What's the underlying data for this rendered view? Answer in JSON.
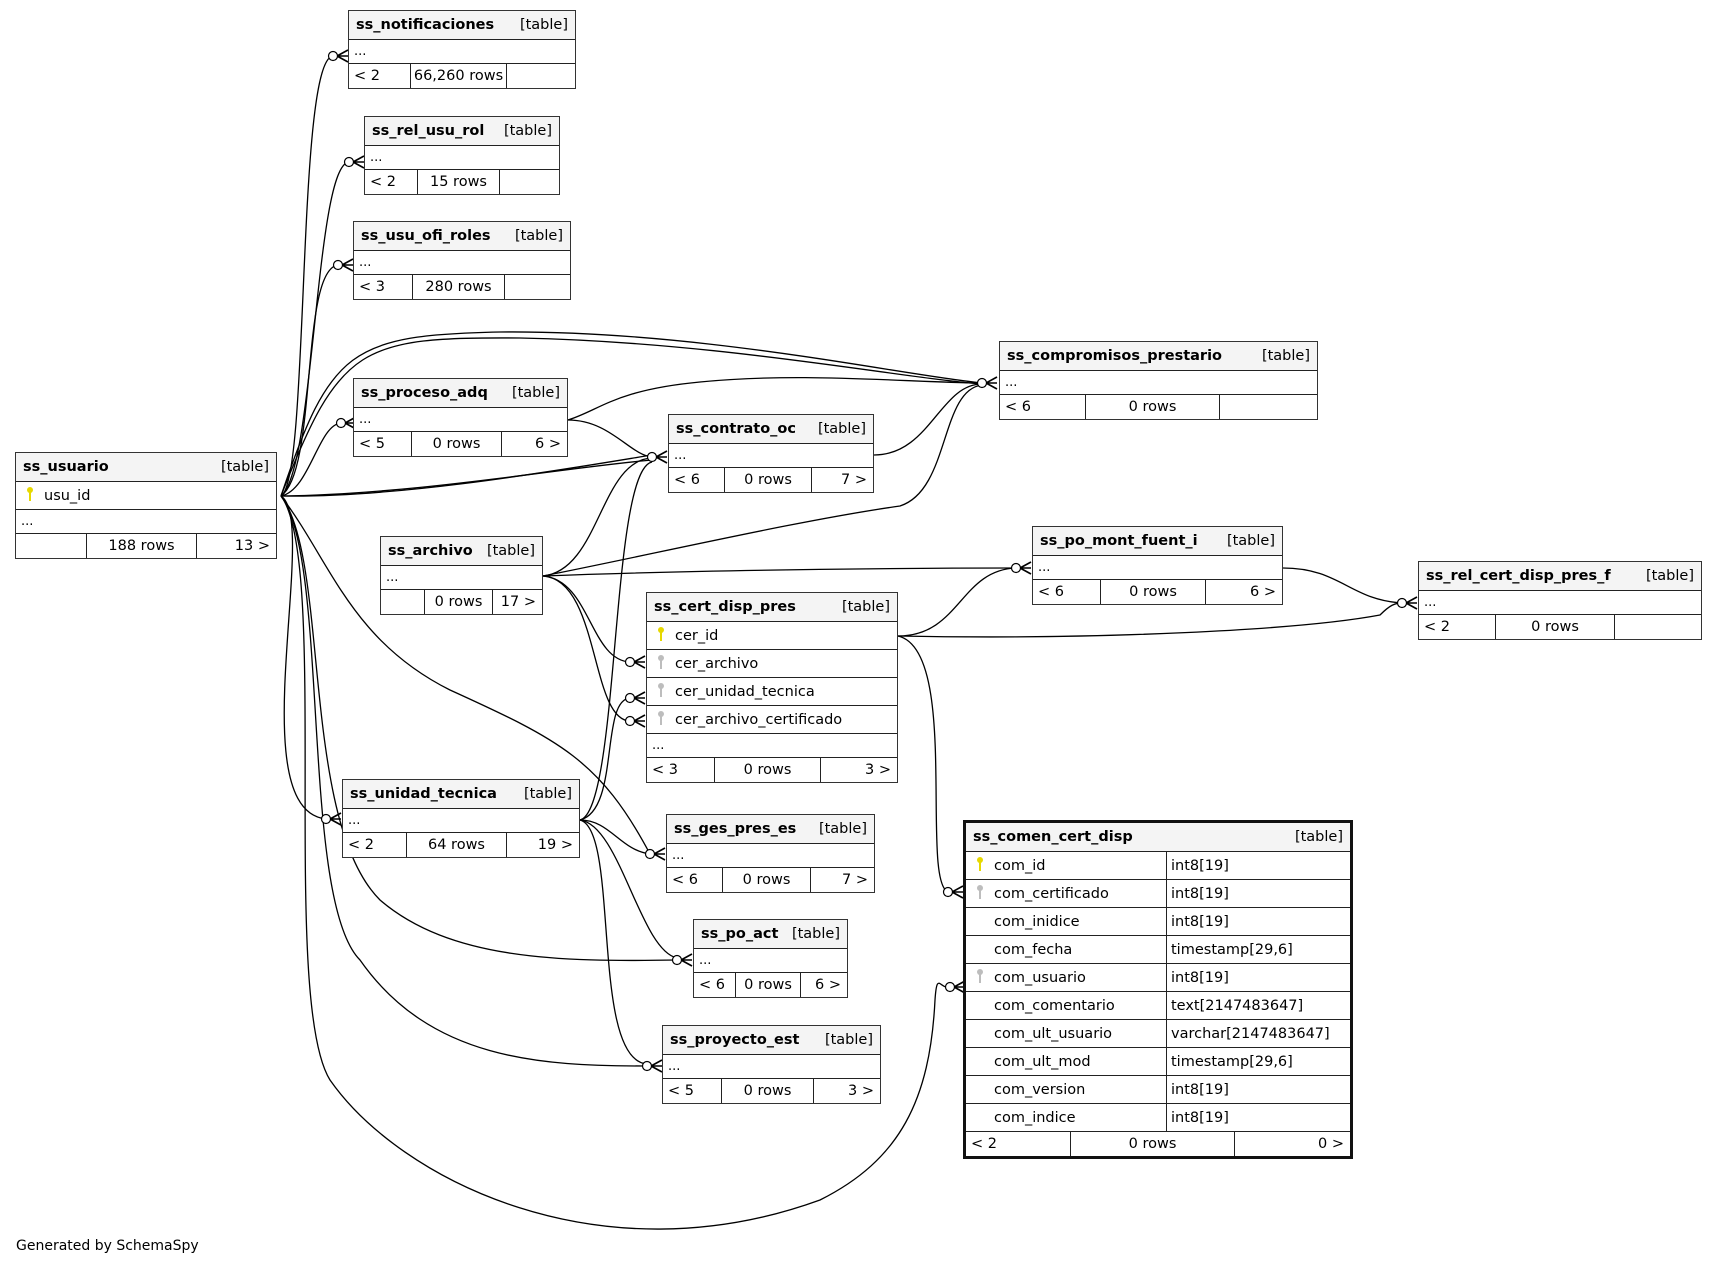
{
  "footer": "Generated by SchemaSpy",
  "type_label": "[table]",
  "ellipsis": "...",
  "tables": {
    "ss_notificaciones": {
      "name": "ss_notificaciones",
      "parents": "< 2",
      "rows": "66,260 rows",
      "children": ""
    },
    "ss_rel_usu_rol": {
      "name": "ss_rel_usu_rol",
      "parents": "< 2",
      "rows": "15 rows",
      "children": ""
    },
    "ss_usu_ofi_roles": {
      "name": "ss_usu_ofi_roles",
      "parents": "< 3",
      "rows": "280 rows",
      "children": ""
    },
    "ss_proceso_adq": {
      "name": "ss_proceso_adq",
      "parents": "< 5",
      "rows": "0 rows",
      "children": "6 >"
    },
    "ss_usuario": {
      "name": "ss_usuario",
      "parents": "",
      "rows": "188 rows",
      "children": "13 >",
      "columns": [
        {
          "name": "usu_id",
          "key": "pk"
        }
      ]
    },
    "ss_contrato_oc": {
      "name": "ss_contrato_oc",
      "parents": "< 6",
      "rows": "0 rows",
      "children": "7 >"
    },
    "ss_compromisos_prestario": {
      "name": "ss_compromisos_prestario",
      "parents": "< 6",
      "rows": "0 rows",
      "children": ""
    },
    "ss_archivo": {
      "name": "ss_archivo",
      "parents": "",
      "rows": "0 rows",
      "children": "17 >"
    },
    "ss_po_mont_fuent_i": {
      "name": "ss_po_mont_fuent_i",
      "parents": "< 6",
      "rows": "0 rows",
      "children": "6 >"
    },
    "ss_rel_cert_disp_pres_f": {
      "name": "ss_rel_cert_disp_pres_f",
      "parents": "< 2",
      "rows": "0 rows",
      "children": ""
    },
    "ss_cert_disp_pres": {
      "name": "ss_cert_disp_pres",
      "parents": "< 3",
      "rows": "0 rows",
      "children": "3 >",
      "columns": [
        {
          "name": "cer_id",
          "key": "pk"
        },
        {
          "name": "cer_archivo",
          "key": "fk"
        },
        {
          "name": "cer_unidad_tecnica",
          "key": "fk"
        },
        {
          "name": "cer_archivo_certificado",
          "key": "fk"
        }
      ]
    },
    "ss_unidad_tecnica": {
      "name": "ss_unidad_tecnica",
      "parents": "< 2",
      "rows": "64 rows",
      "children": "19 >"
    },
    "ss_ges_pres_es": {
      "name": "ss_ges_pres_es",
      "parents": "< 6",
      "rows": "0 rows",
      "children": "7 >"
    },
    "ss_po_act": {
      "name": "ss_po_act",
      "parents": "< 6",
      "rows": "0 rows",
      "children": "6 >"
    },
    "ss_proyecto_est": {
      "name": "ss_proyecto_est",
      "parents": "< 5",
      "rows": "0 rows",
      "children": "3 >"
    },
    "ss_comen_cert_disp": {
      "name": "ss_comen_cert_disp",
      "parents": "< 2",
      "rows": "0 rows",
      "children": "0 >",
      "columns": [
        {
          "name": "com_id",
          "key": "pk",
          "type": "int8[19]"
        },
        {
          "name": "com_certificado",
          "key": "fk",
          "type": "int8[19]"
        },
        {
          "name": "com_inidice",
          "key": "",
          "type": "int8[19]"
        },
        {
          "name": "com_fecha",
          "key": "",
          "type": "timestamp[29,6]"
        },
        {
          "name": "com_usuario",
          "key": "fk",
          "type": "int8[19]"
        },
        {
          "name": "com_comentario",
          "key": "",
          "type": "text[2147483647]"
        },
        {
          "name": "com_ult_usuario",
          "key": "",
          "type": "varchar[2147483647]"
        },
        {
          "name": "com_ult_mod",
          "key": "",
          "type": "timestamp[29,6]"
        },
        {
          "name": "com_version",
          "key": "",
          "type": "int8[19]"
        },
        {
          "name": "com_indice",
          "key": "",
          "type": "int8[19]"
        }
      ]
    }
  },
  "relationships": [
    {
      "from": "ss_usuario.usu_id",
      "to": "ss_notificaciones"
    },
    {
      "from": "ss_usuario.usu_id",
      "to": "ss_rel_usu_rol"
    },
    {
      "from": "ss_usuario.usu_id",
      "to": "ss_usu_ofi_roles"
    },
    {
      "from": "ss_usuario.usu_id",
      "to": "ss_proceso_adq"
    },
    {
      "from": "ss_usuario.usu_id",
      "to": "ss_compromisos_prestario"
    },
    {
      "from": "ss_usuario.usu_id",
      "to": "ss_contrato_oc"
    },
    {
      "from": "ss_usuario.usu_id",
      "to": "ss_unidad_tecnica"
    },
    {
      "from": "ss_usuario.usu_id",
      "to": "ss_ges_pres_es"
    },
    {
      "from": "ss_usuario.usu_id",
      "to": "ss_po_act"
    },
    {
      "from": "ss_usuario.usu_id",
      "to": "ss_proyecto_est"
    },
    {
      "from": "ss_usuario.usu_id",
      "to": "ss_comen_cert_disp.com_usuario"
    },
    {
      "from": "ss_proceso_adq",
      "to": "ss_compromisos_prestario"
    },
    {
      "from": "ss_proceso_adq",
      "to": "ss_contrato_oc"
    },
    {
      "from": "ss_contrato_oc",
      "to": "ss_compromisos_prestario"
    },
    {
      "from": "ss_archivo",
      "to": "ss_contrato_oc"
    },
    {
      "from": "ss_archivo",
      "to": "ss_compromisos_prestario"
    },
    {
      "from": "ss_archivo",
      "to": "ss_po_mont_fuent_i"
    },
    {
      "from": "ss_archivo",
      "to": "ss_cert_disp_pres.cer_archivo"
    },
    {
      "from": "ss_archivo",
      "to": "ss_cert_disp_pres.cer_archivo_certificado"
    },
    {
      "from": "ss_unidad_tecnica",
      "to": "ss_contrato_oc"
    },
    {
      "from": "ss_unidad_tecnica",
      "to": "ss_cert_disp_pres.cer_unidad_tecnica"
    },
    {
      "from": "ss_unidad_tecnica",
      "to": "ss_ges_pres_es"
    },
    {
      "from": "ss_unidad_tecnica",
      "to": "ss_po_act"
    },
    {
      "from": "ss_unidad_tecnica",
      "to": "ss_proyecto_est"
    },
    {
      "from": "ss_cert_disp_pres.cer_id",
      "to": "ss_po_mont_fuent_i"
    },
    {
      "from": "ss_cert_disp_pres.cer_id",
      "to": "ss_rel_cert_disp_pres_f"
    },
    {
      "from": "ss_cert_disp_pres.cer_id",
      "to": "ss_comen_cert_disp.com_certificado"
    },
    {
      "from": "ss_po_mont_fuent_i",
      "to": "ss_rel_cert_disp_pres_f"
    }
  ]
}
